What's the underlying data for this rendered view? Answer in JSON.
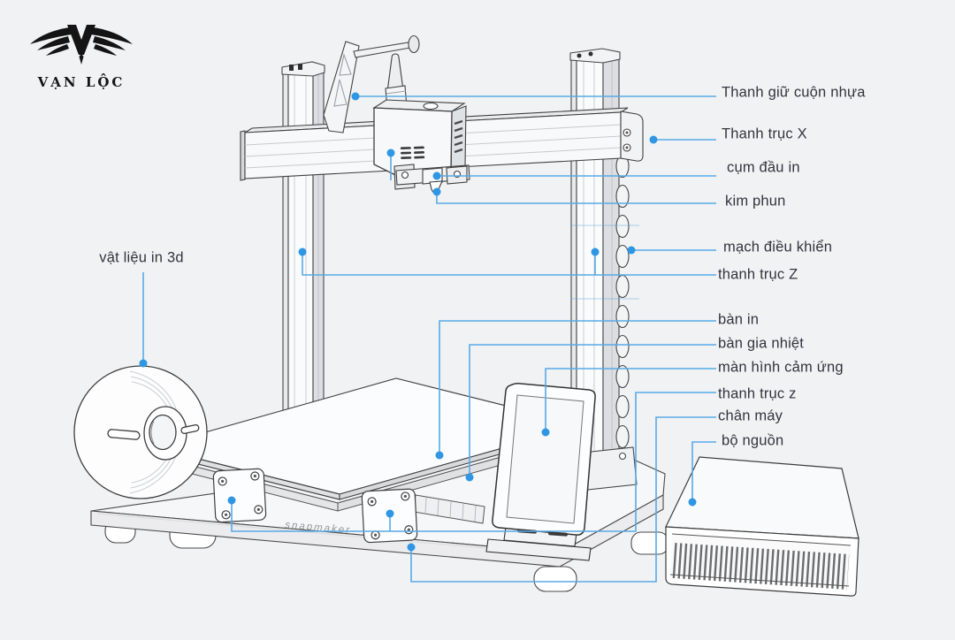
{
  "page": {
    "background_color": "#f1f2f4",
    "accent_line_color": "#58a9e6",
    "callout_dot_color": "#2f96e3",
    "label_text_color": "#33343c"
  },
  "logo": {
    "brand": "VẠN LỘC",
    "icon": "winged-v-logo-icon"
  },
  "machine": {
    "brand_text": "snapmaker"
  },
  "callouts": {
    "right": [
      {
        "id": "filament-rod",
        "text": "Thanh giữ cuộn nhựa"
      },
      {
        "id": "x-axis",
        "text": "Thanh trục X"
      },
      {
        "id": "print-head",
        "text": "cụm đầu in"
      },
      {
        "id": "nozzle",
        "text": "kim phun"
      },
      {
        "id": "controller",
        "text": "mạch điều khiển"
      },
      {
        "id": "z-axis-upper",
        "text": "thanh trục Z"
      },
      {
        "id": "print-bed",
        "text": "bàn in"
      },
      {
        "id": "heated-bed",
        "text": "bàn gia nhiệt"
      },
      {
        "id": "touchscreen",
        "text": "màn hình cảm ứng"
      },
      {
        "id": "z-axis-lower",
        "text": "thanh trục z"
      },
      {
        "id": "machine-feet",
        "text": "chân máy"
      },
      {
        "id": "power-supply",
        "text": "bộ nguồn"
      }
    ],
    "left": [
      {
        "id": "filament-material",
        "text": "vật liệu in 3d"
      }
    ]
  }
}
